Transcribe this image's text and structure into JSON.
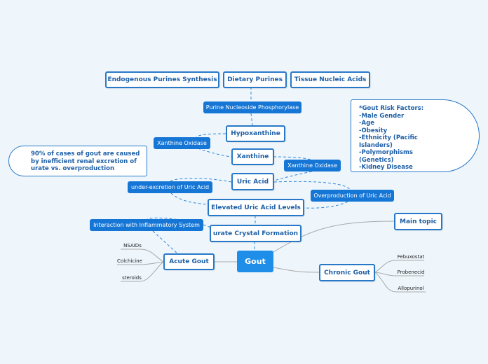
{
  "central": "Gout",
  "nodes": {
    "endogenous": "Endogenous Purines Synthesis",
    "dietary": "Dietary Purines",
    "tissue": "Tissue Nucleic Acids",
    "hypoxanthine": "Hypoxanthine",
    "xanthine": "Xanthine",
    "uric_acid": "Uric Acid",
    "elevated": "Elevated Uric Acid Levels",
    "crystal": "urate Crystal Formation",
    "acute": "Acute Gout",
    "chronic": "Chronic Gout",
    "main_topic": "Main topic"
  },
  "edge_labels": {
    "pnp": "Purine Nucleoside Phosphorylase",
    "xo1": "Xanthine Oxidase",
    "xo2": "Xanthine Oxidase",
    "under": "under-excretion of Uric Acid",
    "over": "Overproduction of Uric Acid",
    "inflam": "Interaction with Inflammatory System"
  },
  "acute_treatments": [
    "NSAIDs",
    "Colchicine",
    "steroids"
  ],
  "chronic_treatments": [
    "Febuxostat",
    "Probenecid",
    "Allopurinol"
  ],
  "callout_90": [
    "90% of cases of gout are caused",
    "by inefficient renal excretion of",
    "urate vs. overproduction"
  ],
  "risk_factors": [
    "*Gout Risk Factors:",
    "-Male Gender",
    "-Age",
    "-Obesity",
    "-Ethnicity (Pacific",
    "Islanders)",
    "-Polymorphisms",
    "(Genetics)",
    "-Kidney Disease"
  ],
  "colors": {
    "background": "#eef6fc",
    "accent": "#1676d6",
    "node_border": "#2878c8",
    "central": "#1f8ee8",
    "connector": "#a9a9a9"
  }
}
